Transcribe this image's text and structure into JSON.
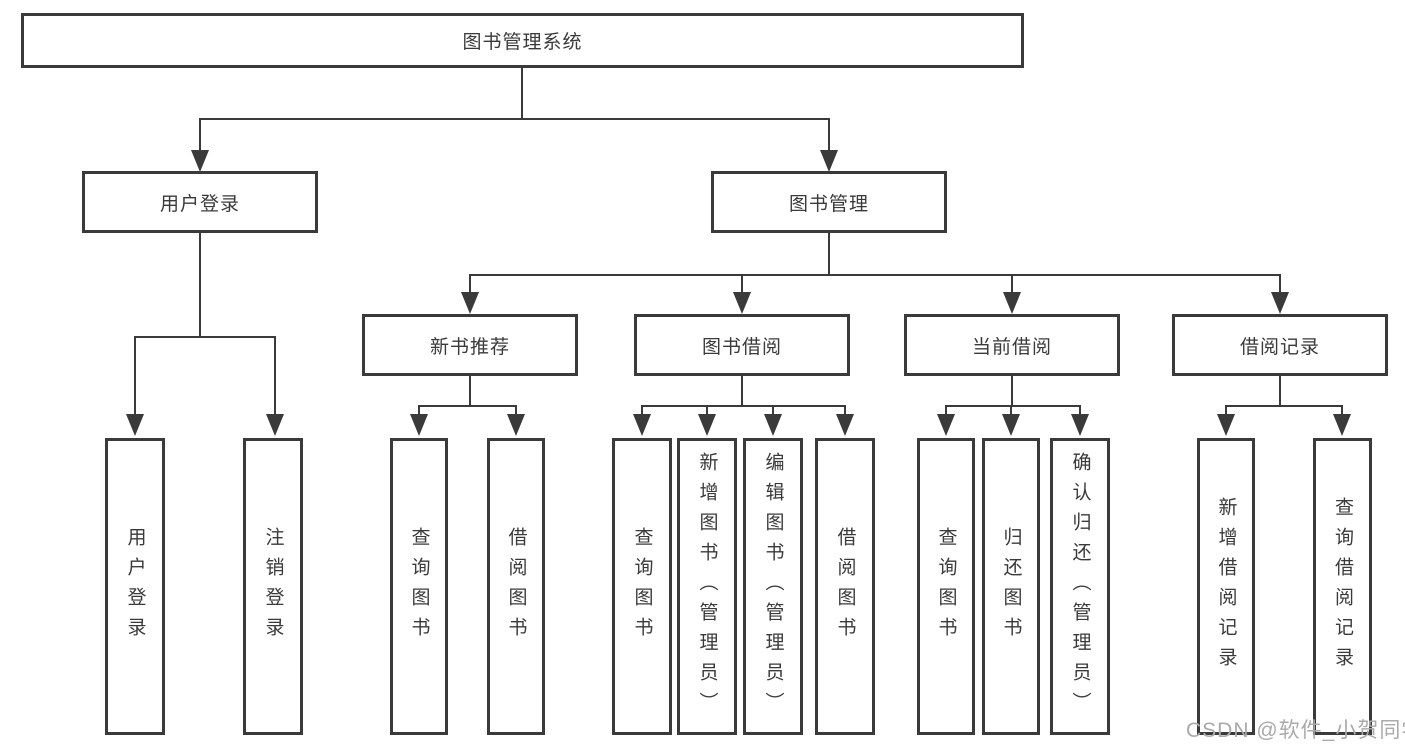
{
  "diagram": {
    "root": {
      "label": "图书管理系统"
    },
    "branches": [
      {
        "label": "用户登录",
        "leaves": [
          "用户登录",
          "注销登录"
        ]
      },
      {
        "label": "图书管理",
        "groups": [
          {
            "label": "新书推荐",
            "leaves": [
              "查询图书",
              "借阅图书"
            ]
          },
          {
            "label": "图书借阅",
            "leaves": [
              "查询图书",
              "新增图书（管理员）",
              "编辑图书（管理员）",
              "借阅图书"
            ]
          },
          {
            "label": "当前借阅",
            "leaves": [
              "查询图书",
              "归还图书",
              "确认归还（管理员）"
            ]
          },
          {
            "label": "借阅记录",
            "leaves": [
              "新增借阅记录",
              "查询借阅记录"
            ]
          }
        ]
      }
    ]
  },
  "watermark": {
    "text": "CSDN @软件_小贺同学"
  },
  "colors": {
    "line": "#3a3a3a",
    "text": "#3a3a3a",
    "background": "#ffffff",
    "watermark": "#aaaaaa"
  }
}
